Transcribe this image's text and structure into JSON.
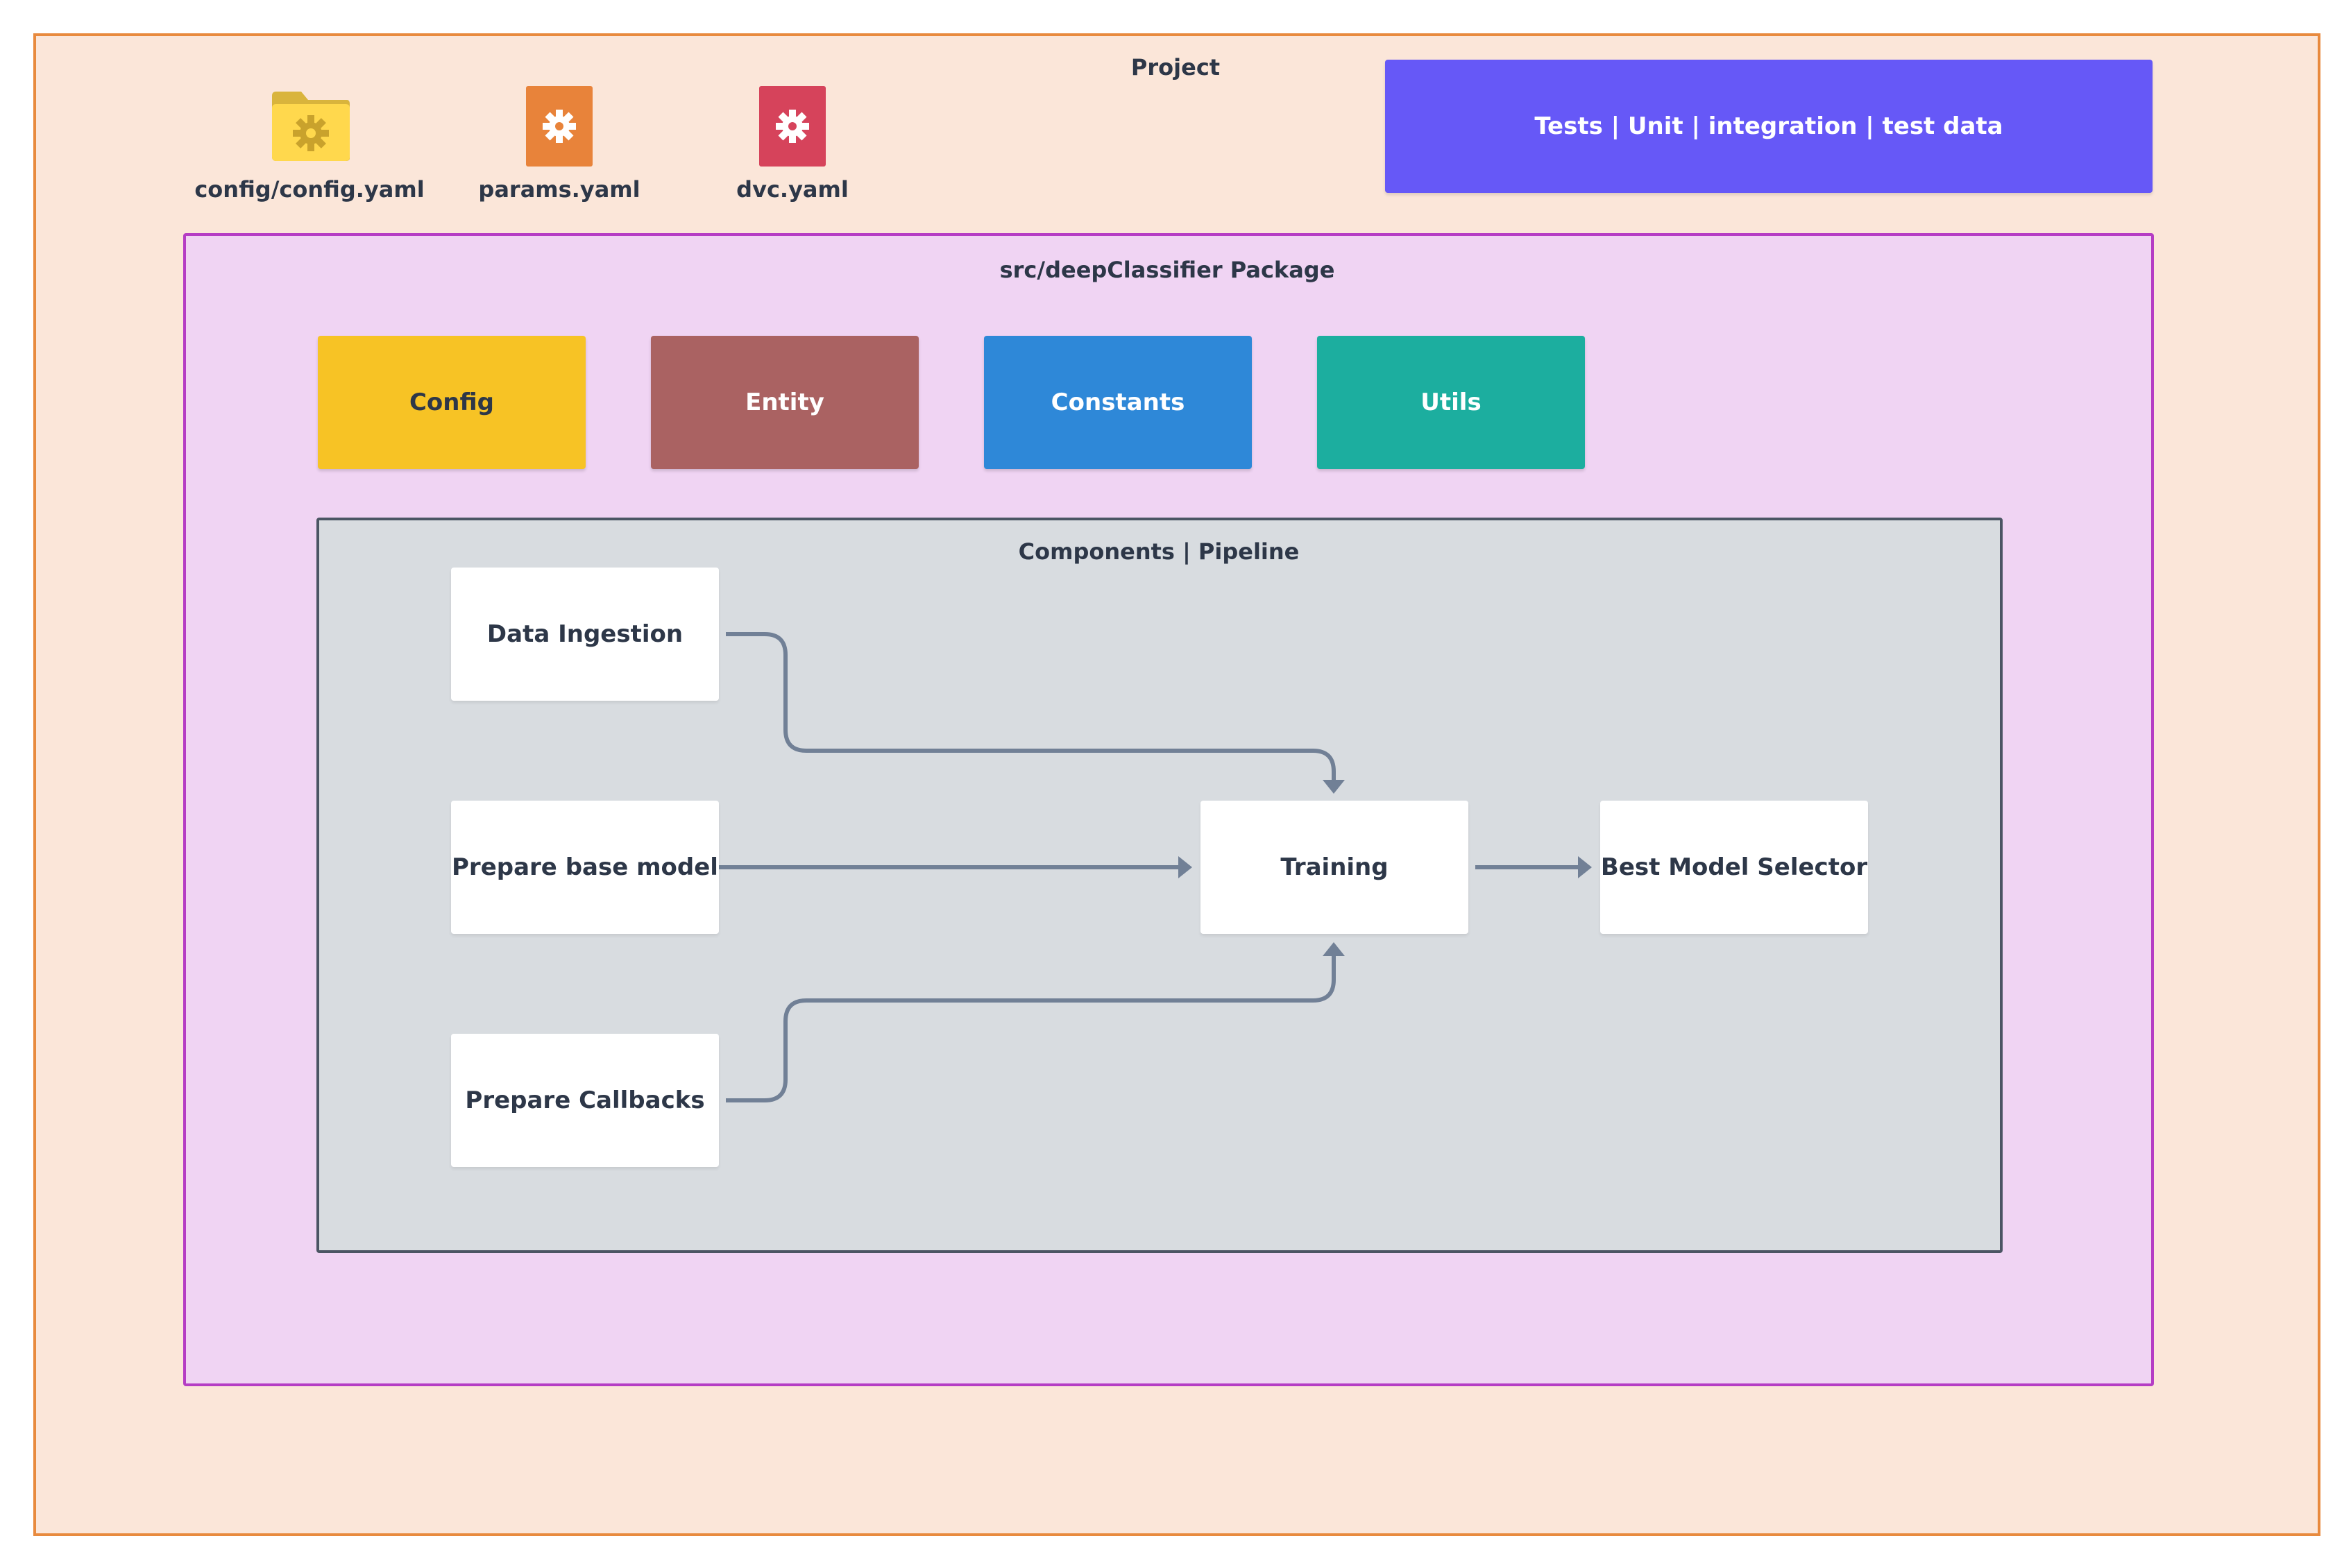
{
  "project": {
    "title": "Project",
    "files": [
      {
        "label": "config/config.yaml",
        "icon": "folder-gear-icon",
        "color": "#f5c842"
      },
      {
        "label": "params.yaml",
        "icon": "gear-file-icon",
        "color": "#e8833a"
      },
      {
        "label": "dvc.yaml",
        "icon": "gear-file-icon",
        "color": "#d6435b"
      }
    ],
    "tests_label": "Tests | Unit | integration | test data"
  },
  "package": {
    "title": "src/deepClassifier Package",
    "modules": [
      {
        "label": "Config",
        "color": "#f7c325",
        "text_color": "#2d3748"
      },
      {
        "label": "Entity",
        "color": "#aa6262",
        "text_color": "#ffffff"
      },
      {
        "label": "Constants",
        "color": "#2e88d8",
        "text_color": "#ffffff"
      },
      {
        "label": "Utils",
        "color": "#1cae9f",
        "text_color": "#ffffff"
      }
    ]
  },
  "components": {
    "title": "Components | Pipeline",
    "nodes": {
      "data_ingestion": "Data Ingestion",
      "prepare_base_model": "Prepare base model",
      "prepare_callbacks": "Prepare Callbacks",
      "training": "Training",
      "best_model_selector": "Best Model Selector"
    },
    "edges": [
      {
        "from": "Data Ingestion",
        "to": "Training"
      },
      {
        "from": "Prepare base model",
        "to": "Training"
      },
      {
        "from": "Prepare Callbacks",
        "to": "Training"
      },
      {
        "from": "Training",
        "to": "Best Model Selector"
      }
    ],
    "edge_color": "#718096"
  }
}
